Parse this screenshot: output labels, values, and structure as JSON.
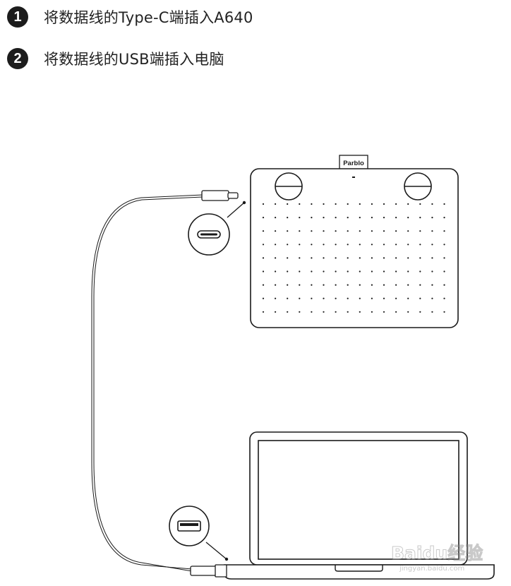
{
  "steps": [
    {
      "number": "1",
      "text": "将数据线的Type-C端插入A640"
    },
    {
      "number": "2",
      "text": "将数据线的USB端插入电脑"
    }
  ],
  "tablet": {
    "brand_label": "Parblo"
  },
  "watermark": {
    "logo_text": "Baidu经验",
    "url": "jingyan.baidu.com"
  },
  "colors": {
    "stroke": "#1a1a1a",
    "badge": "#1c1c1c",
    "background": "#ffffff"
  }
}
